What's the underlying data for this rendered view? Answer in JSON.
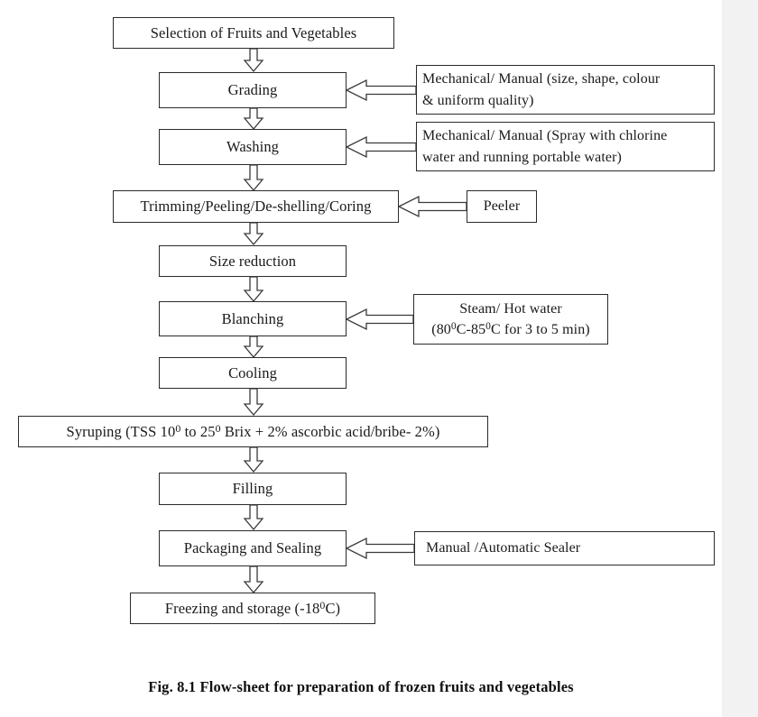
{
  "figure": {
    "caption": "Fig. 8.1 Flow-sheet for preparation of frozen fruits and vegetables",
    "background_color": "#ffffff",
    "margin_color": "#f2f2f2",
    "box_border_color": "#2b2b2b",
    "text_color": "#1a1a1a"
  },
  "process_steps": [
    {
      "id": "selection",
      "label": "Selection of Fruits and Vegetables"
    },
    {
      "id": "grading",
      "label": "Grading"
    },
    {
      "id": "washing",
      "label": "Washing"
    },
    {
      "id": "trimming",
      "label": "Trimming/Peeling/De-shelling/Coring"
    },
    {
      "id": "size",
      "label": "Size reduction"
    },
    {
      "id": "blanching",
      "label": "Blanching"
    },
    {
      "id": "cooling",
      "label": "Cooling"
    },
    {
      "id": "syruping",
      "label": "Syruping (TSS 10⁰ to 25⁰ Brix + 2% ascorbic acid/bribe- 2%)"
    },
    {
      "id": "filling",
      "label": "Filling"
    },
    {
      "id": "packaging",
      "label": "Packaging and Sealing"
    },
    {
      "id": "freezing",
      "label": "Freezing and storage (-18⁰C)"
    }
  ],
  "syruping_parts": {
    "pre": "Syruping (TSS 10",
    "sup1": "0",
    "mid": " to 25",
    "sup2": "0",
    "post": " Brix + 2% ascorbic acid/bribe- 2%)"
  },
  "freezing_parts": {
    "pre": "Freezing and storage (-18",
    "sup": "0",
    "post": "C)"
  },
  "annotations": [
    {
      "id": "grading-note",
      "target": "grading",
      "line1": "Mechanical/ Manual (size, shape, colour",
      "line2": "& uniform quality)"
    },
    {
      "id": "washing-note",
      "target": "washing",
      "line1": "Mechanical/ Manual (Spray with chlorine",
      "line2": "water and running portable water)"
    },
    {
      "id": "peeler-note",
      "target": "trimming",
      "line1": "Peeler",
      "line2": ""
    },
    {
      "id": "blanching-note",
      "target": "blanching",
      "line1": "Steam/ Hot water",
      "line2_pre": "(80",
      "line2_sup1": "0",
      "line2_mid": "C-85",
      "line2_sup2": "0",
      "line2_post": "C for 3 to 5 min)"
    },
    {
      "id": "sealer-note",
      "target": "packaging",
      "line1": "Manual /Automatic Sealer",
      "line2": ""
    }
  ],
  "connectors": {
    "vertical_arrow_name": "down-block-arrow",
    "horizontal_arrow_name": "left-block-arrow",
    "count_vertical": 10,
    "count_horizontal": 5
  }
}
